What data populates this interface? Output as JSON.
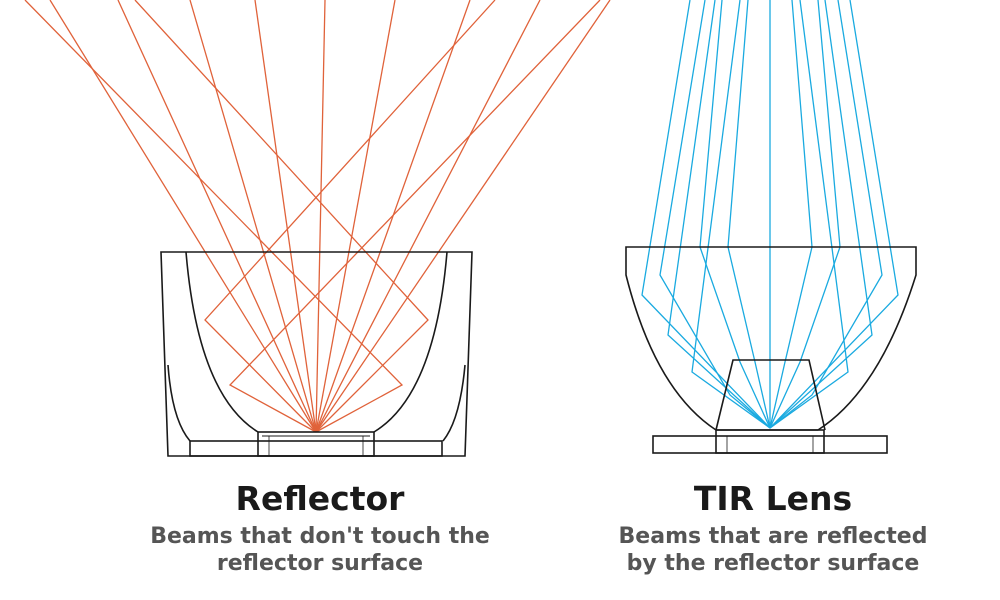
{
  "colors": {
    "reflector_beam": "#e0623a",
    "tir_beam": "#1aaae0",
    "outline": "#1a1a1a",
    "title_text": "#1a1a1a",
    "caption_text": "#555555"
  },
  "panels": {
    "reflector": {
      "title": "Reflector",
      "caption_line1": "Beams that don't touch the",
      "caption_line2": "reflector surface"
    },
    "tir": {
      "title": "TIR Lens",
      "caption_line1": "Beams that are reflected",
      "caption_line2": "by the reflector surface"
    }
  }
}
